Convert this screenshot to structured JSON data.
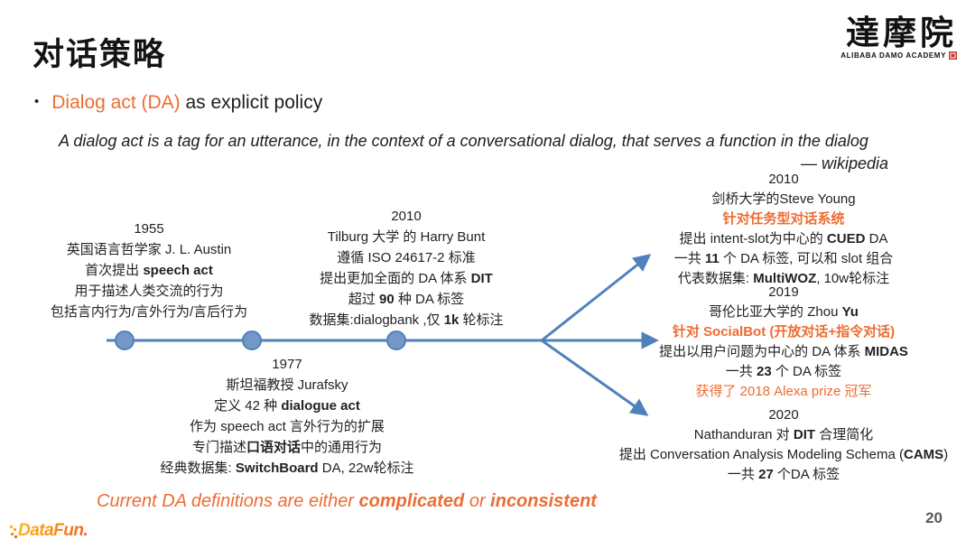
{
  "slide": {
    "title": "对话策略",
    "page_number": "20"
  },
  "colors": {
    "accent": "#ED6C33",
    "timeline": "#4F81BD"
  },
  "logo_damo": {
    "cn": "達摩院",
    "en": "ALIBABA DAMO ACADEMY"
  },
  "logo_datafun": {
    "text": "DataFun."
  },
  "bullet": {
    "marker": "•",
    "segments": [
      [
        "Dialog act (DA)",
        "o"
      ],
      [
        " as explicit policy",
        ""
      ]
    ]
  },
  "quote": {
    "text": "A dialog act is a tag for an utterance, in the context of a conversational dialog, that serves a function in the dialog",
    "attribution": "— wikipedia"
  },
  "events": [
    {
      "year": "1955",
      "lines": [
        [
          [
            "1955",
            ""
          ]
        ],
        [
          [
            "英国语言哲学家 J. L. Austin",
            ""
          ]
        ],
        [
          [
            "首次提出 ",
            ""
          ],
          [
            "speech act",
            "b"
          ]
        ],
        [
          [
            "用于描述人类交流的行为",
            ""
          ]
        ],
        [
          [
            "包括言内行为/言外行为/言后行为",
            ""
          ]
        ]
      ]
    },
    {
      "year": "1977",
      "lines": [
        [
          [
            "1977",
            ""
          ]
        ],
        [
          [
            "斯坦福教授 Jurafsky",
            ""
          ]
        ],
        [
          [
            "定义 42 种 ",
            ""
          ],
          [
            "dialogue act",
            "b"
          ]
        ],
        [
          [
            "作为 speech act 言外行为的扩展",
            ""
          ]
        ],
        [
          [
            "专门描述",
            ""
          ],
          [
            "口语对话",
            "b"
          ],
          [
            "中的通用行为",
            ""
          ]
        ],
        [
          [
            "经典数据集: ",
            ""
          ],
          [
            "SwitchBoard",
            "b"
          ],
          [
            " DA, 22w轮标注",
            ""
          ]
        ]
      ]
    },
    {
      "year": "2010",
      "lines": [
        [
          [
            "2010",
            ""
          ]
        ],
        [
          [
            "Tilburg 大学 的 Harry Bunt",
            ""
          ]
        ],
        [
          [
            "遵循 ISO 24617-2 标准",
            ""
          ]
        ],
        [
          [
            "提出更加全面的 DA 体系 ",
            ""
          ],
          [
            "DIT",
            "b"
          ]
        ],
        [
          [
            "超过 ",
            ""
          ],
          [
            "90",
            "b"
          ],
          [
            " 种 DA 标签",
            ""
          ]
        ],
        [
          [
            "数据集:dialogbank ,仅 ",
            ""
          ],
          [
            "1k",
            "b"
          ],
          [
            " 轮标注",
            ""
          ]
        ]
      ]
    },
    {
      "year": "2010",
      "lines": [
        [
          [
            "2010",
            ""
          ]
        ],
        [
          [
            "剑桥大学的Steve Young",
            ""
          ]
        ],
        [
          [
            "针对任务型对话系统",
            "ob"
          ]
        ],
        [
          [
            "提出 intent-slot为中心的 ",
            ""
          ],
          [
            "CUED",
            "b"
          ],
          [
            " DA",
            ""
          ]
        ],
        [
          [
            "一共 ",
            ""
          ],
          [
            "11",
            "b"
          ],
          [
            " 个 DA 标签, 可以和 slot 组合",
            ""
          ]
        ],
        [
          [
            "代表数据集: ",
            ""
          ],
          [
            "MultiWOZ",
            "b"
          ],
          [
            ", 10w轮标注",
            ""
          ]
        ]
      ]
    },
    {
      "year": "2019",
      "lines": [
        [
          [
            "2019",
            ""
          ]
        ],
        [
          [
            "哥伦比亚大学的 Zhou ",
            ""
          ],
          [
            "Yu",
            "b"
          ]
        ],
        [
          [
            "针对 SocialBot (开放对话+指令对话)",
            "ob"
          ]
        ],
        [
          [
            "提出以用户问题为中心的 DA 体系 ",
            ""
          ],
          [
            "MIDAS",
            "b"
          ]
        ],
        [
          [
            "一共 ",
            ""
          ],
          [
            "23",
            "b"
          ],
          [
            " 个 DA 标签",
            ""
          ]
        ],
        [
          [
            "获得了 2018 Alexa prize 冠军",
            "o"
          ]
        ]
      ]
    },
    {
      "year": "2020",
      "lines": [
        [
          [
            "2020",
            ""
          ]
        ],
        [
          [
            "Nathanduran 对 ",
            ""
          ],
          [
            "DIT",
            "b"
          ],
          [
            " 合理简化",
            ""
          ]
        ],
        [
          [
            "提出 Conversation Analysis Modeling Schema (",
            ""
          ],
          [
            "CAMS",
            "b"
          ],
          [
            ")",
            ""
          ]
        ],
        [
          [
            "一共 ",
            ""
          ],
          [
            "27",
            "b"
          ],
          [
            " 个DA 标签",
            ""
          ]
        ]
      ]
    }
  ],
  "footer": {
    "segments": [
      [
        "Current DA definitions are either ",
        ""
      ],
      [
        "complicated",
        "b"
      ],
      [
        " or ",
        ""
      ],
      [
        "inconsistent",
        "b"
      ]
    ]
  }
}
